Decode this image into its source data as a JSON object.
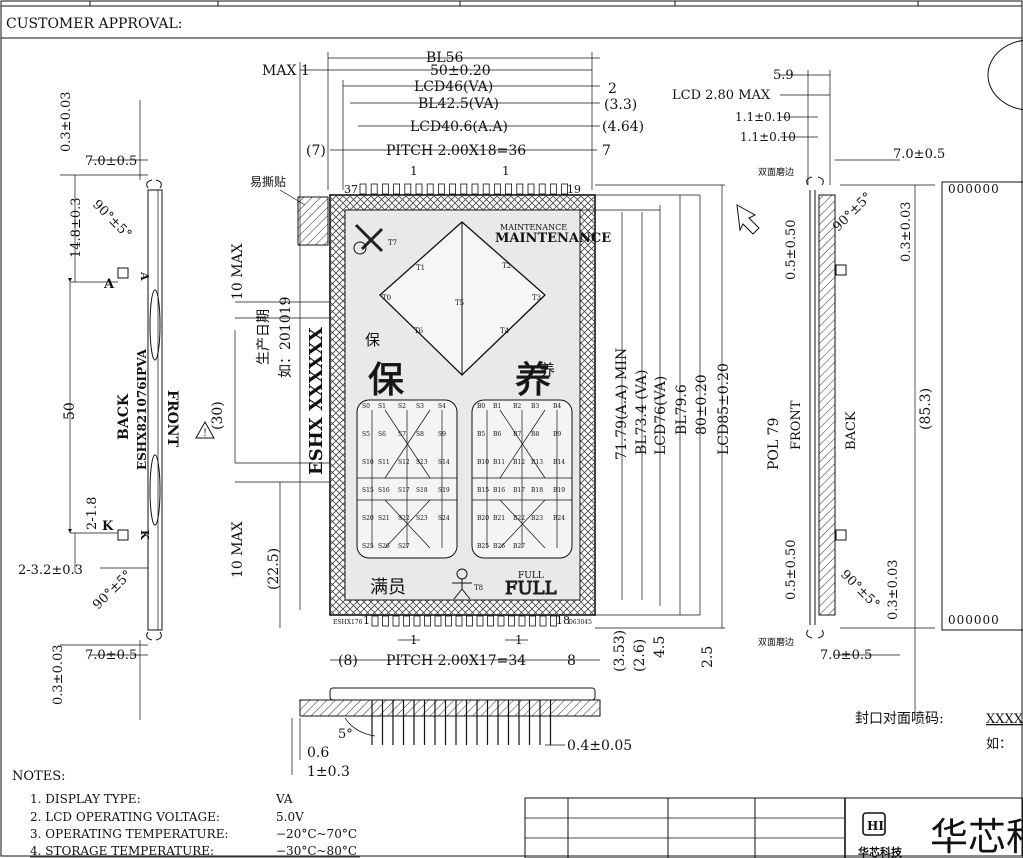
{
  "header": {
    "customer_approval": "CUSTOMER  APPROVAL:"
  },
  "front_view": {
    "top_dims": [
      "BL56",
      "50±0.20",
      "LCD46(VA)",
      "BL42.5(VA)",
      "LCD40.6(A.A)",
      "PITCH 2.00X18=36"
    ],
    "max_label": "MAX 1",
    "right_dims": [
      "2",
      "(3.3)",
      "(4.64)",
      "7"
    ],
    "left_paren": "(7)",
    "pin_start": "37",
    "pin_end": "19",
    "pin_one_top": "1",
    "sticker_label": "易撕贴",
    "bottom_pin_first": "1",
    "bottom_pin_last": "18",
    "bottom_code_left": "ESHX176",
    "bottom_code_right": "D63045",
    "bottom_dims": [
      "(8)",
      "PITCH 2.00X17=34",
      "8"
    ],
    "bottom_ones": [
      "1",
      "1"
    ],
    "side_labels": [
      "10 MAX",
      "(30)",
      "10 MAX",
      "(22.5)"
    ],
    "date_label": "生产日期",
    "date_example": "如：201019",
    "part_code": "ESHX XXXXXX",
    "right_vertical_dims": [
      "71.79(A.A) MIN",
      "BL73.4 (VA)",
      "LCD76(VA)",
      "BL79.6",
      "80±0.20",
      "LCD85±0.20"
    ],
    "bottom_right_dims": [
      "(3.53)",
      "(2.6)",
      "4.5",
      "2.5"
    ],
    "icons": {
      "maintenance": "MAINTENANCE",
      "baoyang": [
        "保",
        "养"
      ],
      "full_cn": "满员",
      "full_small": "FULL",
      "full_big": "FULL",
      "diamond_segments": [
        "T1",
        "T2",
        "T3",
        "T4",
        "T5",
        "T6",
        "T0"
      ],
      "small_labels": [
        "T7",
        "T8"
      ]
    },
    "left_digit_segments": [
      "S0",
      "S1",
      "S2",
      "S3",
      "S4",
      "S5",
      "S6",
      "S7",
      "S8",
      "S9",
      "S10",
      "S11",
      "S12",
      "S13",
      "S14",
      "S15",
      "S16",
      "S17",
      "S18",
      "S19",
      "S20",
      "S21",
      "S22",
      "S23",
      "S24",
      "S25",
      "S26",
      "S27"
    ],
    "right_digit_segments": [
      "B0",
      "B1",
      "B2",
      "B3",
      "B4",
      "B5",
      "B6",
      "B7",
      "B8",
      "B9",
      "B10",
      "B11",
      "B12",
      "B13",
      "B14",
      "B15",
      "B16",
      "B17",
      "B18",
      "B19",
      "B20",
      "B21",
      "B22",
      "B23",
      "B24",
      "B25",
      "B26",
      "B27"
    ]
  },
  "left_view": {
    "dims": [
      "0.3±0.03",
      "7.0±0.5",
      "14.8±0.3",
      "90°±5°",
      "50",
      "2-1.8",
      "2-3.2±0.3",
      "90°±5°",
      "0.3±0.03",
      "7.0±0.5"
    ],
    "pin_a": "A",
    "pin_k": "K",
    "back_label": "BACK",
    "front_label": "FRONT",
    "part_label": "ESHX821076IPVA"
  },
  "right_view": {
    "dims": [
      "5.9",
      "LCD 2.80 MAX",
      "1.1±0.10",
      "1.1±0.10",
      "7.0±0.5",
      "0.5±0.50",
      "90°±5°",
      "0.3±0.03",
      "POL 79",
      "(85.3)",
      "0.5±0.50",
      "90°±5°",
      "0.3±0.03",
      "7.0±0.5"
    ],
    "edge_grind": "双面磨边",
    "front": "FRONT",
    "back": "BACK",
    "spray_label": "封口对面喷码:",
    "spray_code": "XXXX",
    "spray_example": "如：",
    "far_pins": "000000"
  },
  "pin_view": {
    "dims": [
      "5°",
      "0.6",
      "1±0.3",
      "0.4±0.05"
    ]
  },
  "notes": {
    "title": "NOTES:",
    "items": [
      {
        "label": "1.  DISPLAY  TYPE:",
        "value": "VA"
      },
      {
        "label": "2.  LCD  OPERATING  VOLTAGE:",
        "value": "5.0V"
      },
      {
        "label": "3.  OPERATING  TEMPERATURE:",
        "value": "−20°C~70°C"
      },
      {
        "label": "4.  STORAGE  TEMPERATURE:",
        "value": "−30°C~80°C"
      }
    ]
  },
  "company": {
    "logo": "HI",
    "name": "华芯科",
    "subname": "华芯科技"
  },
  "warning": "!"
}
